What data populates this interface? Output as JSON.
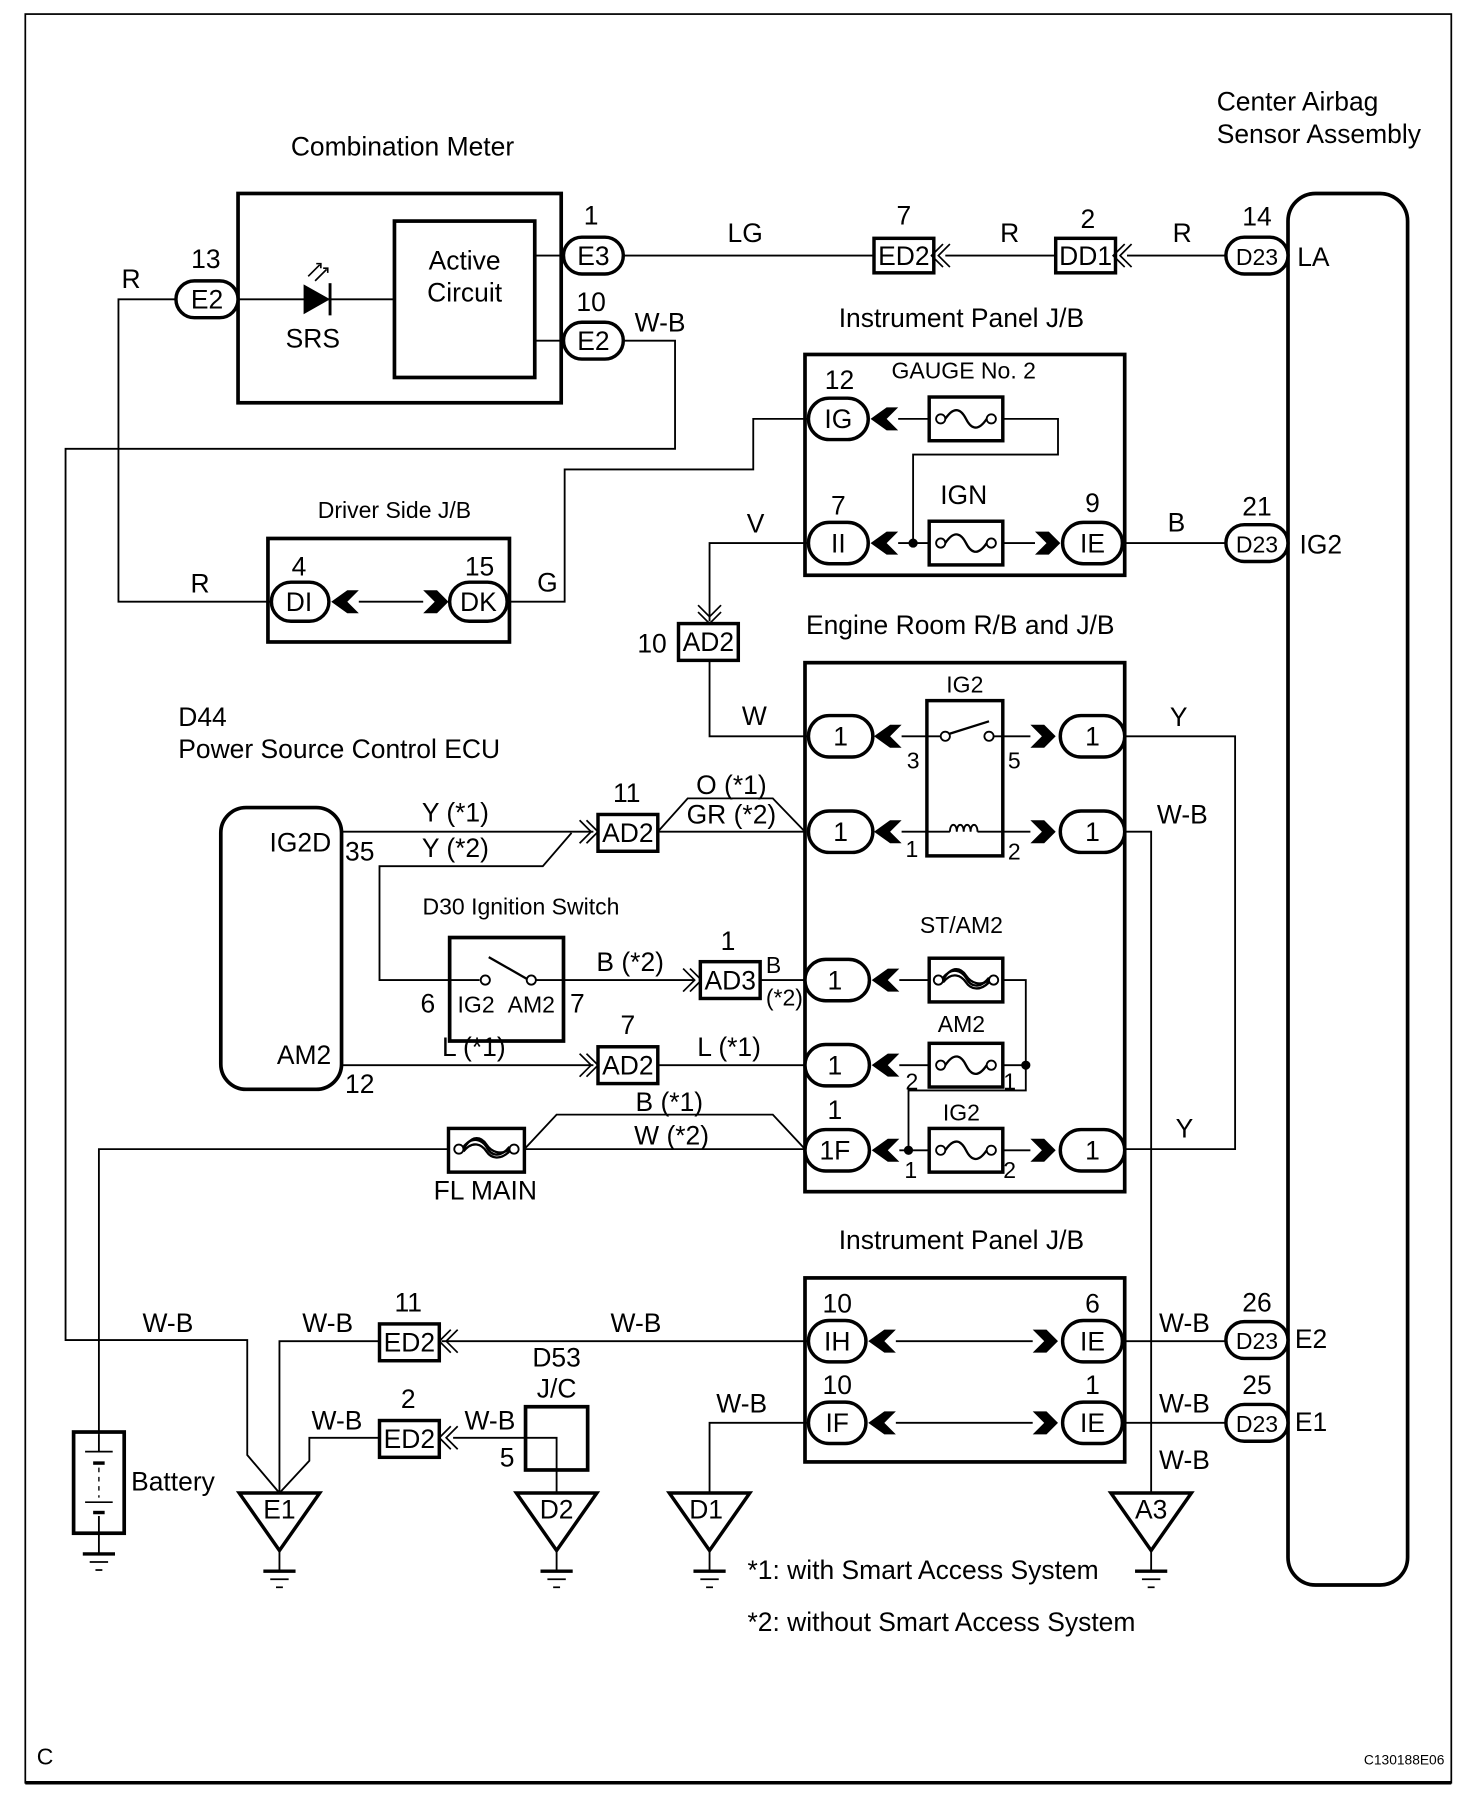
{
  "document": {
    "corner_letter": "C",
    "figure_id": "C130188E06"
  },
  "components": {
    "combination_meter": {
      "title": "Combination Meter",
      "inner_label_line1": "Active",
      "inner_label_line2": "Circuit",
      "led_label": "SRS",
      "connectors": [
        {
          "pin": "13",
          "code": "E2"
        },
        {
          "pin": "1",
          "code": "E3"
        },
        {
          "pin": "10",
          "code": "E2"
        }
      ]
    },
    "airbag_sensor": {
      "title_line1": "Center Airbag",
      "title_line2": "Sensor Assembly",
      "terminals": [
        {
          "pin": "14",
          "code": "D23",
          "name": "LA"
        },
        {
          "pin": "21",
          "code": "D23",
          "name": "IG2"
        },
        {
          "pin": "26",
          "code": "D23",
          "name": "E2"
        },
        {
          "pin": "25",
          "code": "D23",
          "name": "E1"
        }
      ]
    },
    "inline_connectors": {
      "ed2_top": {
        "pin": "7",
        "code": "ED2"
      },
      "dd1": {
        "pin": "2",
        "code": "DD1"
      },
      "ad2_v": {
        "pin": "10",
        "code": "AD2"
      },
      "ad2_ig2d": {
        "pin": "11",
        "code": "AD2"
      },
      "ad3": {
        "pin": "1",
        "code": "AD3"
      },
      "ad2_am2": {
        "pin": "7",
        "code": "AD2"
      },
      "ed2_mid": {
        "pin": "11",
        "code": "ED2"
      },
      "ed2_low": {
        "pin": "2",
        "code": "ED2"
      }
    },
    "ip_jb_top": {
      "title": "Instrument Panel J/B",
      "fuse_gauge": "GAUGE No. 2",
      "fuse_ign": "IGN",
      "connectors": [
        {
          "pin": "12",
          "code": "IG"
        },
        {
          "pin": "7",
          "code": "II"
        },
        {
          "pin": "9",
          "code": "IE"
        }
      ]
    },
    "driver_jb": {
      "title": "Driver Side J/B",
      "connectors": [
        {
          "pin": "4",
          "code": "DI"
        },
        {
          "pin": "15",
          "code": "DK"
        }
      ]
    },
    "engine_room": {
      "title": "Engine Room R/B and J/B",
      "relay": "IG2",
      "relay_pins": [
        "3",
        "5",
        "1",
        "2"
      ],
      "fuse_st_am2": "ST/AM2",
      "fuse_am2": "AM2",
      "fuse_ig2": "IG2",
      "am2_pins": [
        "2",
        "1"
      ],
      "ig2_pins": [
        "1",
        "2"
      ],
      "connector_code": "1",
      "connector_1f": {
        "pin": "1",
        "code": "1F"
      }
    },
    "power_ecu": {
      "id": "D44",
      "title": "Power Source Control ECU",
      "terminals": [
        {
          "name": "IG2D",
          "pin": "35"
        },
        {
          "name": "AM2",
          "pin": "12"
        }
      ]
    },
    "ignition_switch": {
      "title": "D30 Ignition Switch",
      "left_label": "IG2",
      "right_label": "AM2",
      "left_pin": "6",
      "right_pin": "7"
    },
    "fl_main": {
      "label": "FL MAIN"
    },
    "battery": {
      "label": "Battery"
    },
    "ip_jb_bottom": {
      "title": "Instrument Panel J/B",
      "connectors": [
        {
          "pin": "10",
          "code": "IH"
        },
        {
          "pin": "6",
          "code": "IE"
        },
        {
          "pin": "10",
          "code": "IF"
        },
        {
          "pin": "1",
          "code": "IE"
        }
      ]
    },
    "junction_d53": {
      "id": "D53",
      "type": "J/C",
      "pin": "5"
    },
    "grounds": [
      "E1",
      "D2",
      "D1",
      "A3"
    ]
  },
  "wires": {
    "r": "R",
    "lg": "LG",
    "wb": "W-B",
    "g": "G",
    "v": "V",
    "b": "B",
    "w": "W",
    "y": "Y",
    "y1": "Y (*1)",
    "y2": "Y (*2)",
    "o1": "O (*1)",
    "gr2": "GR (*2)",
    "b2": "B (*2)",
    "b_short": "B",
    "star2": "(*2)",
    "l1": "L (*1)",
    "b1": "B (*1)",
    "w2": "W (*2)"
  },
  "notes": [
    "*1: with Smart Access System",
    "*2: without Smart Access System"
  ]
}
